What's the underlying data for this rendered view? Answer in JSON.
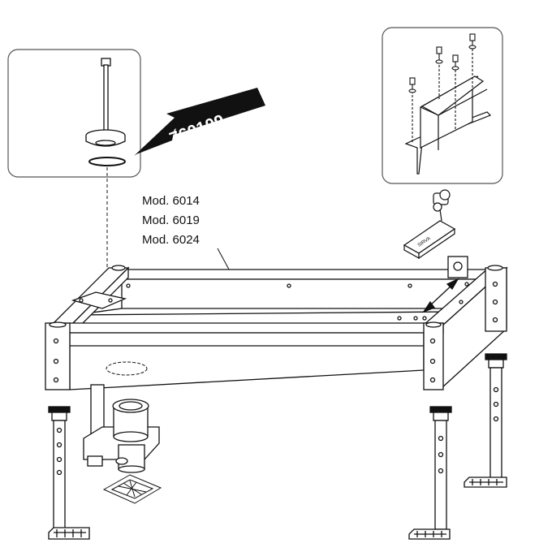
{
  "callout_part_number": "760109",
  "model_labels": [
    "Mod. 6014",
    "Mod. 6019",
    "Mod. 6024"
  ],
  "insert_text": "SIRVA",
  "colors": {
    "line": "#111111",
    "background": "#ffffff",
    "panel": "#ffffff",
    "arrow_fill": "#111111"
  },
  "icons": [
    "bolt-icon",
    "gasket-ring-icon",
    "adjustable-leg-icon",
    "drain-trap-icon",
    "floor-grate-icon",
    "bracket-icon",
    "clamp-icon"
  ]
}
